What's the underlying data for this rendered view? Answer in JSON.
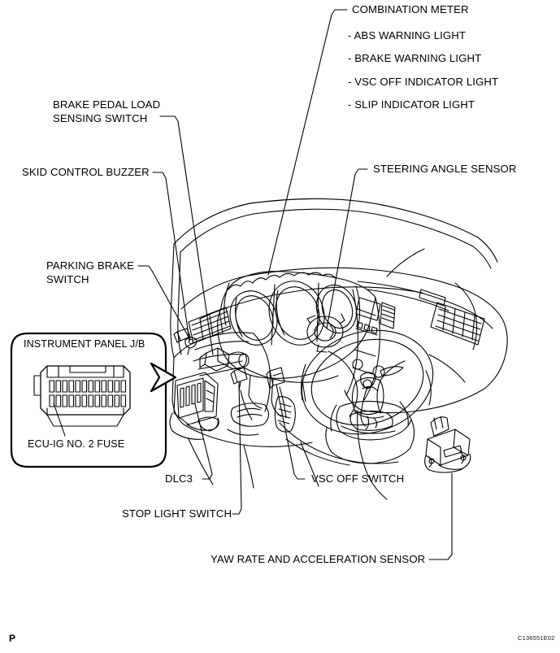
{
  "document": {
    "type": "automotive-service-manual-illustration",
    "title": "ABS / VSC System Component Location",
    "figure_code": "C136551E02",
    "page_mark": "P",
    "background_color": "#ffffff",
    "line_color": "#000000"
  },
  "callouts": {
    "combination_meter": {
      "label": "COMBINATION METER",
      "items": [
        "- ABS WARNING LIGHT",
        "- BRAKE WARNING LIGHT",
        "- VSC OFF INDICATOR LIGHT",
        "- SLIP INDICATOR LIGHT"
      ]
    },
    "brake_pedal_load_sensing_switch": {
      "line1": "BRAKE PEDAL LOAD",
      "line2": "SENSING SWITCH"
    },
    "skid_control_buzzer": {
      "label": "SKID CONTROL BUZZER"
    },
    "steering_angle_sensor": {
      "label": "STEERING ANGLE SENSOR"
    },
    "parking_brake_switch": {
      "line1": "PARKING BRAKE",
      "line2": "SWITCH"
    },
    "dlc3": {
      "label": "DLC3"
    },
    "stop_light_switch": {
      "label": "STOP LIGHT SWITCH"
    },
    "vsc_off_switch": {
      "label": "VSC OFF SWITCH"
    },
    "yaw_rate_and_acceleration_sensor": {
      "label": "YAW RATE AND ACCELERATION SENSOR"
    }
  },
  "inset": {
    "title": "INSTRUMENT PANEL J/B",
    "fuse_label": "ECU-IG NO. 2 FUSE"
  }
}
